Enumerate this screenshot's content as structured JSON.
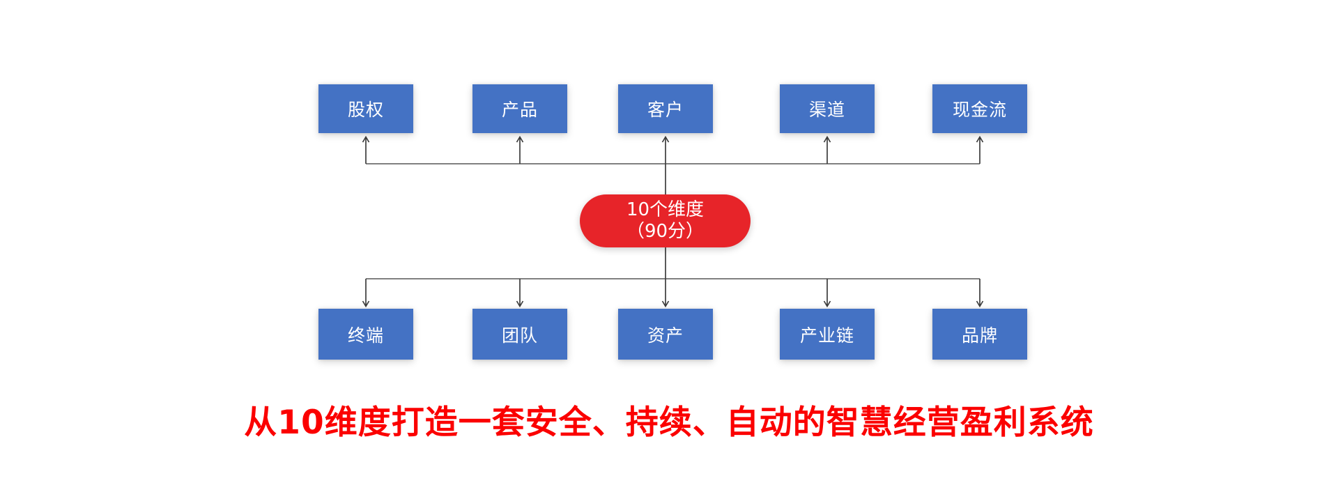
{
  "diagram": {
    "top_nodes": [
      {
        "label": "股权"
      },
      {
        "label": "产品"
      },
      {
        "label": "客户"
      },
      {
        "label": "渠道"
      },
      {
        "label": "现金流"
      }
    ],
    "bottom_nodes": [
      {
        "label": "终端"
      },
      {
        "label": "团队"
      },
      {
        "label": "资产"
      },
      {
        "label": "产业链"
      },
      {
        "label": "品牌"
      }
    ],
    "center_badge": {
      "line1": "10个维度",
      "line2": "（90分）"
    },
    "title": "从10维度打造一套安全、持续、自动的智慧经营盈利系统",
    "colors": {
      "node_fill": "#4472c4",
      "node_text": "#ffffff",
      "badge_fill": "#e72429",
      "badge_text": "#ffffff",
      "connector": "#3c3c3c",
      "connector_bus": "#6e6e6e",
      "title_text": "#fb0000",
      "background": "#ffffff"
    }
  }
}
